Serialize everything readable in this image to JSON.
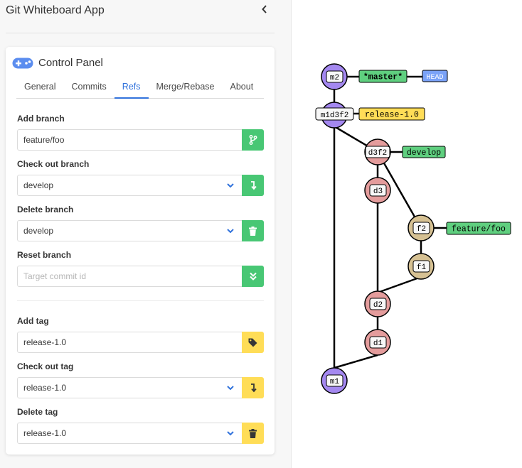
{
  "app": {
    "title": "Git Whiteboard App"
  },
  "panel": {
    "title": "Control Panel"
  },
  "tabs": [
    {
      "label": "General",
      "active": false
    },
    {
      "label": "Commits",
      "active": false
    },
    {
      "label": "Refs",
      "active": true
    },
    {
      "label": "Merge/Rebase",
      "active": false
    },
    {
      "label": "About",
      "active": false
    }
  ],
  "branches": {
    "add_label": "Add branch",
    "add_value": "feature/foo",
    "checkout_label": "Check out branch",
    "checkout_value": "develop",
    "delete_label": "Delete branch",
    "delete_value": "develop",
    "reset_label": "Reset branch",
    "reset_placeholder": "Target commit id"
  },
  "tags": {
    "add_label": "Add tag",
    "add_value": "release-1.0",
    "checkout_label": "Check out tag",
    "checkout_value": "release-1.0",
    "delete_label": "Delete tag",
    "delete_value": "release-1.0"
  },
  "colors": {
    "accent": "#3273dc",
    "success": "#48c774",
    "warning": "#ffdd57",
    "master_node": "#a488f0",
    "develop_node": "#e49c9c",
    "feature_node": "#d6c193"
  },
  "graph": {
    "commits": [
      {
        "id": "m2",
        "branch": "master"
      },
      {
        "id": "m1d3f2",
        "branch": "master"
      },
      {
        "id": "d3f2",
        "branch": "develop"
      },
      {
        "id": "d3",
        "branch": "develop"
      },
      {
        "id": "f2",
        "branch": "feature"
      },
      {
        "id": "f1",
        "branch": "feature"
      },
      {
        "id": "d2",
        "branch": "develop"
      },
      {
        "id": "d1",
        "branch": "develop"
      },
      {
        "id": "m1",
        "branch": "master"
      }
    ],
    "refs": [
      {
        "label": "*master*",
        "type": "branch",
        "target": "m2"
      },
      {
        "label": "HEAD",
        "type": "head",
        "target": "m2"
      },
      {
        "label": "release-1.0",
        "type": "tag",
        "target": "m1d3f2"
      },
      {
        "label": "develop",
        "type": "branch",
        "target": "d3f2"
      },
      {
        "label": "feature/foo",
        "type": "branch",
        "target": "f2"
      }
    ]
  }
}
